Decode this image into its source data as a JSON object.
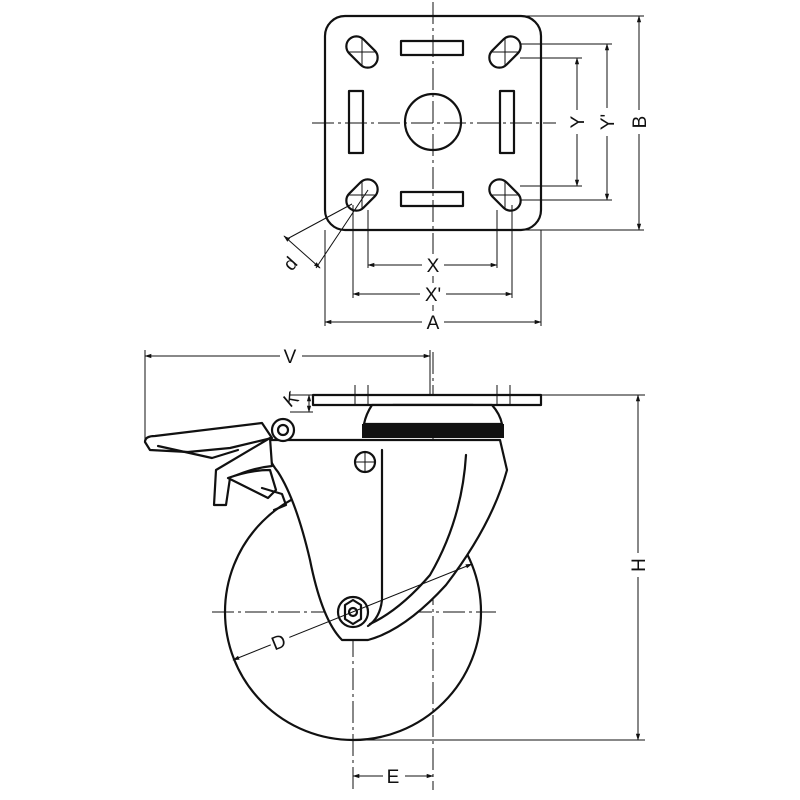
{
  "labels": {
    "A": "A",
    "B": "B",
    "X": "X",
    "X_prime": "X'",
    "Y": "Y",
    "Y_prime": "Y'",
    "d": "d",
    "V": "V",
    "K": "K",
    "H": "H",
    "D": "D",
    "E": "E"
  },
  "colors": {
    "line": "#111111",
    "background": "#ffffff"
  }
}
